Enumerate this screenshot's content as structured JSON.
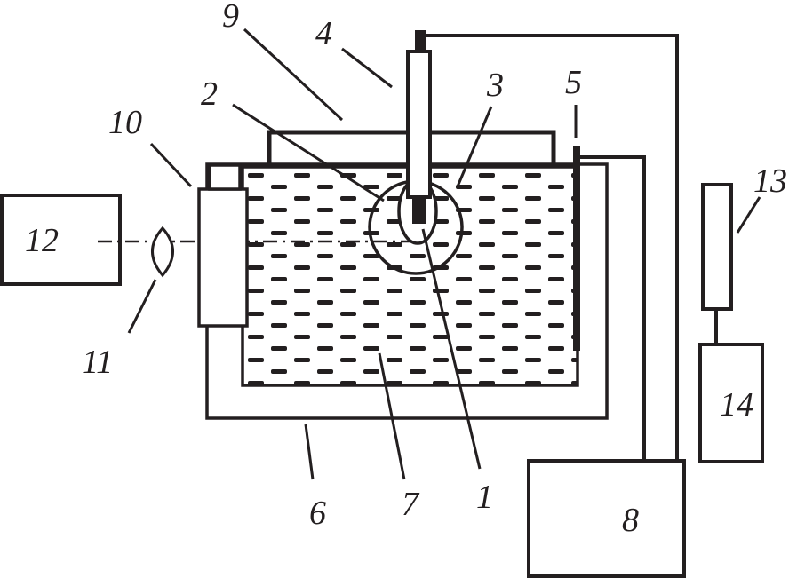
{
  "labels": {
    "l1": "1",
    "l2": "2",
    "l3": "3",
    "l4": "4",
    "l5": "5",
    "l6": "6",
    "l7": "7",
    "l8": "8",
    "l9": "9",
    "l10": "10",
    "l11": "11",
    "l12": "12",
    "l13": "13",
    "l14": "14"
  },
  "colors": {
    "ink": "#231f20",
    "background": "#ffffff"
  }
}
